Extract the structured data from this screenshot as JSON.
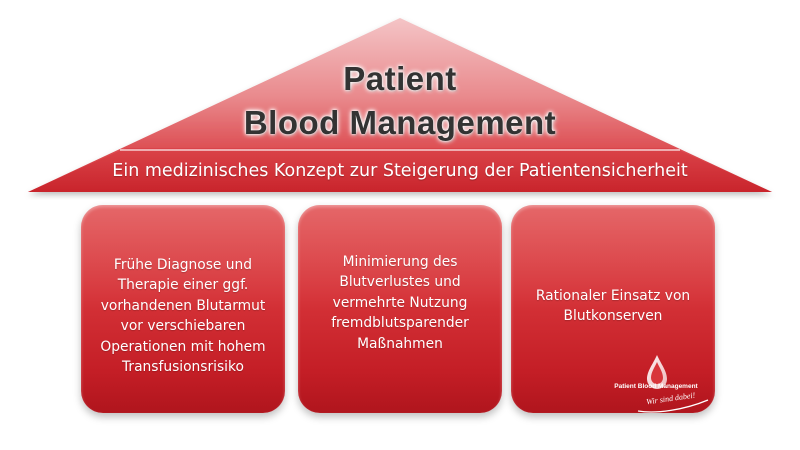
{
  "roof": {
    "title_line1": "Patient",
    "title_line2": "Blood Management",
    "subtitle": "Ein medizinisches Konzept zur Steigerung der Patientensicherheit"
  },
  "pillars": [
    {
      "text": "Frühe Diagnose und Therapie einer ggf. vorhandenen Blutarmut vor verschiebaren Operationen mit hohem Transfusionsrisiko"
    },
    {
      "text": "Minimierung des Blutverlustes und vermehrte Nutzung fremdblutsparender Maßnahmen"
    },
    {
      "text": "Rationaler Einsatz von Blutkonserven"
    }
  ],
  "logo": {
    "name_part1": "Patient",
    "name_part2": "Blood",
    "name_part3": "Management",
    "tagline": "Wir sind dabei!"
  },
  "colors": {
    "roof_top": "#f1b9bb",
    "roof_bottom": "#d32f35",
    "pillar": "#d7353a",
    "title_text": "#333333",
    "body_text": "#ffffff"
  }
}
